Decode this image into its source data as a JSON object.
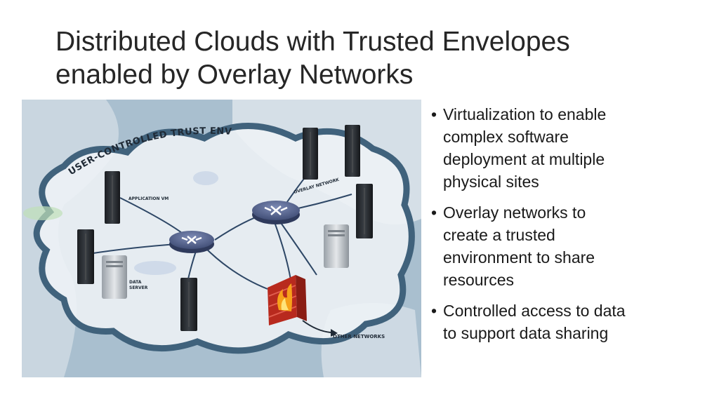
{
  "slide": {
    "title_lines": [
      "Distributed Clouds with Trusted Envelopes",
      "enabled by Overlay Networks"
    ]
  },
  "diagram": {
    "envelope_label": "USER-CONTROLLED TRUST ENVELOPE",
    "application_vm_label": "APPLICATION VM",
    "overlay_network_label": "OVERLAY NETWORK",
    "data_server_label_lines": [
      "DATA",
      "SERVER"
    ],
    "other_networks_label": "OTHER NETWORKS",
    "colors": {
      "ocean": "#a9bfcf",
      "land": "#e3e9ee",
      "cloud_stroke": "#40627c",
      "router": "#4a5a86",
      "firewall": "#b82a1e",
      "flame": "#f7a11a"
    }
  },
  "bullets": [
    {
      "lines": [
        "Virtualization to enable",
        "complex software",
        "deployment at multiple",
        "physical sites"
      ]
    },
    {
      "lines": [
        "Overlay networks to",
        "create a trusted",
        "environment to share",
        "resources"
      ]
    },
    {
      "lines": [
        "Controlled access to data",
        "to support data sharing"
      ]
    }
  ]
}
